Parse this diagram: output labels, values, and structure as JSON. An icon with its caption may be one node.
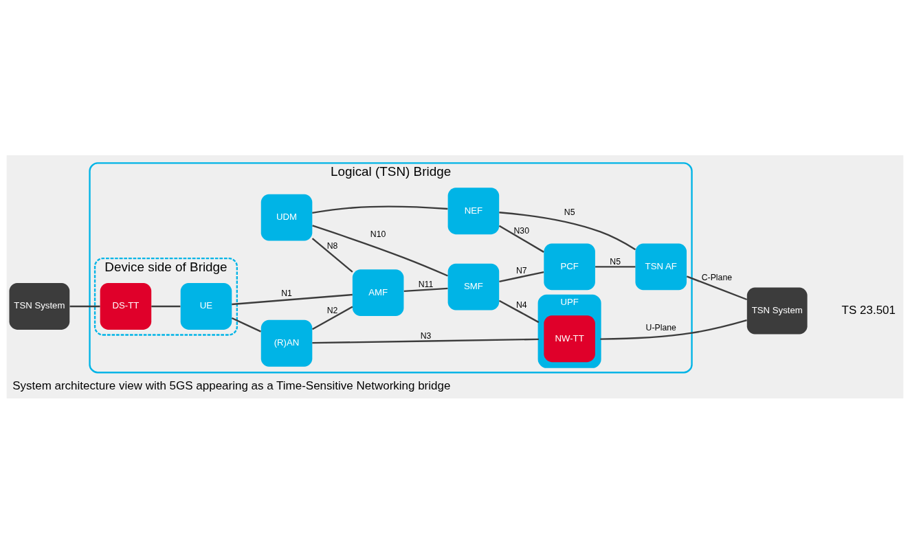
{
  "diagram": {
    "caption": "System architecture view with 5GS appearing as a Time-Sensitive Networking bridge",
    "nodes": [
      {
        "text": [
          "Logical (TSN) Bridge"
        ]
      },
      {
        "text": [
          "Device side of Bridge"
        ],
        "in": 0
      },
      {
        "text": [
          "TSN System"
        ]
      },
      {
        "text": [
          "DS-TT"
        ],
        "in": 1
      },
      {
        "text": [
          "UE"
        ],
        "in": 1
      },
      {
        "text": [
          "UDM"
        ],
        "in": 0
      },
      {
        "text": [
          "NEF"
        ],
        "in": 0
      },
      {
        "text": [
          "AMF"
        ],
        "in": 0
      },
      {
        "text": [
          "SMF"
        ],
        "in": 0
      },
      {
        "text": [
          "PCF"
        ],
        "in": 0
      },
      {
        "text": [
          "TSN AF"
        ],
        "in": 0
      },
      {
        "text": [
          "(R)AN"
        ],
        "in": 0
      },
      {
        "text": [
          "UPF"
        ],
        "in": 0
      },
      {
        "text": [
          "NW-TT"
        ],
        "in": 12
      },
      {
        "text": [
          "TSN System"
        ]
      }
    ],
    "edges": [
      {
        "from": 2,
        "to": 3,
        "arrow": "none"
      },
      {
        "from": 3,
        "to": 4,
        "arrow": "none"
      },
      {
        "from": 4,
        "to": 11,
        "arrow": "none"
      },
      {
        "from": 4,
        "to": 7,
        "arrow": "none",
        "label": "N1"
      },
      {
        "from": 11,
        "to": 7,
        "arrow": "none",
        "label": "N2"
      },
      {
        "from": 11,
        "to": 12,
        "arrow": "none",
        "label": "N3"
      },
      {
        "from": 8,
        "to": 12,
        "arrow": "none",
        "label": "N4"
      },
      {
        "from": 7,
        "to": 8,
        "arrow": "none",
        "label": "N11"
      },
      {
        "from": 5,
        "to": 7,
        "arrow": "none",
        "label": "N8"
      },
      {
        "from": 5,
        "to": 8,
        "arrow": "none",
        "label": "N10"
      },
      {
        "from": 5,
        "to": 6,
        "arrow": "none"
      },
      {
        "from": 6,
        "to": 10,
        "arrow": "none",
        "label": "N5"
      },
      {
        "from": 6,
        "to": 9,
        "arrow": "none",
        "label": "N30"
      },
      {
        "from": 8,
        "to": 9,
        "arrow": "none",
        "label": "N7"
      },
      {
        "from": 9,
        "to": 10,
        "arrow": "none",
        "label": "N5"
      },
      {
        "from": 10,
        "to": 14,
        "arrow": "none",
        "label": "C-Plane"
      },
      {
        "from": 12,
        "to": 14,
        "arrow": "none",
        "label": "U-Plane"
      }
    ],
    "labels": [
      "TS 23.501"
    ]
  }
}
